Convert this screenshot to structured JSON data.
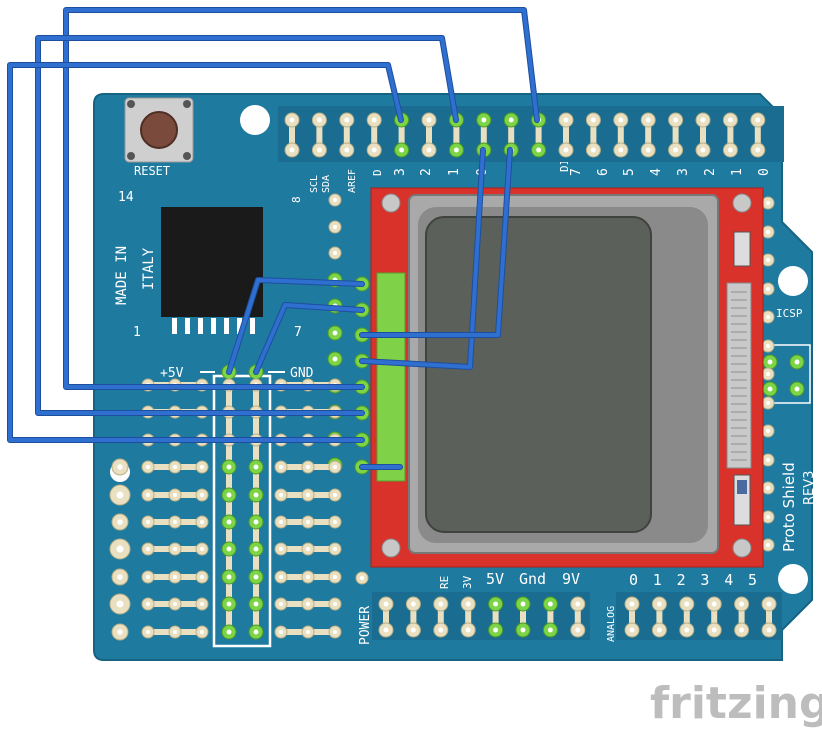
{
  "board": {
    "reset_label": "RESET",
    "made_in": "MADE IN",
    "italy": "ITALY",
    "chip_pin14": "14",
    "chip_pin1": "1",
    "chip_pin7": "7",
    "chip_pin8": "8",
    "plus5v": "+5V",
    "gnd": "GND",
    "scl": "SCL",
    "sda": "SDA",
    "aref": "AREF",
    "digital": "DIGITAL",
    "digital_pins": [
      "3",
      "2",
      "1",
      "0",
      "7",
      "6",
      "5",
      "4",
      "3",
      "2",
      "1",
      "0"
    ],
    "d_label": "D",
    "icsp": "ICSP",
    "proto_shield": "Proto Shield",
    "rev3": "REV3",
    "power": "POWER",
    "analog": "ANALOG",
    "power_pins": [
      "RE",
      "3V",
      "5V",
      "Gnd",
      "9V"
    ],
    "analog_pins": [
      "0",
      "1",
      "2",
      "3",
      "4",
      "5"
    ]
  },
  "watermark": "fritzing",
  "colors": {
    "pcb": "#1f7aa0",
    "pcb_dark": "#175e7c",
    "lcd_board": "#d8322a",
    "wire": "#2e6fd0",
    "pad_active": "#7cd447",
    "pad": "#e8e0c0"
  }
}
